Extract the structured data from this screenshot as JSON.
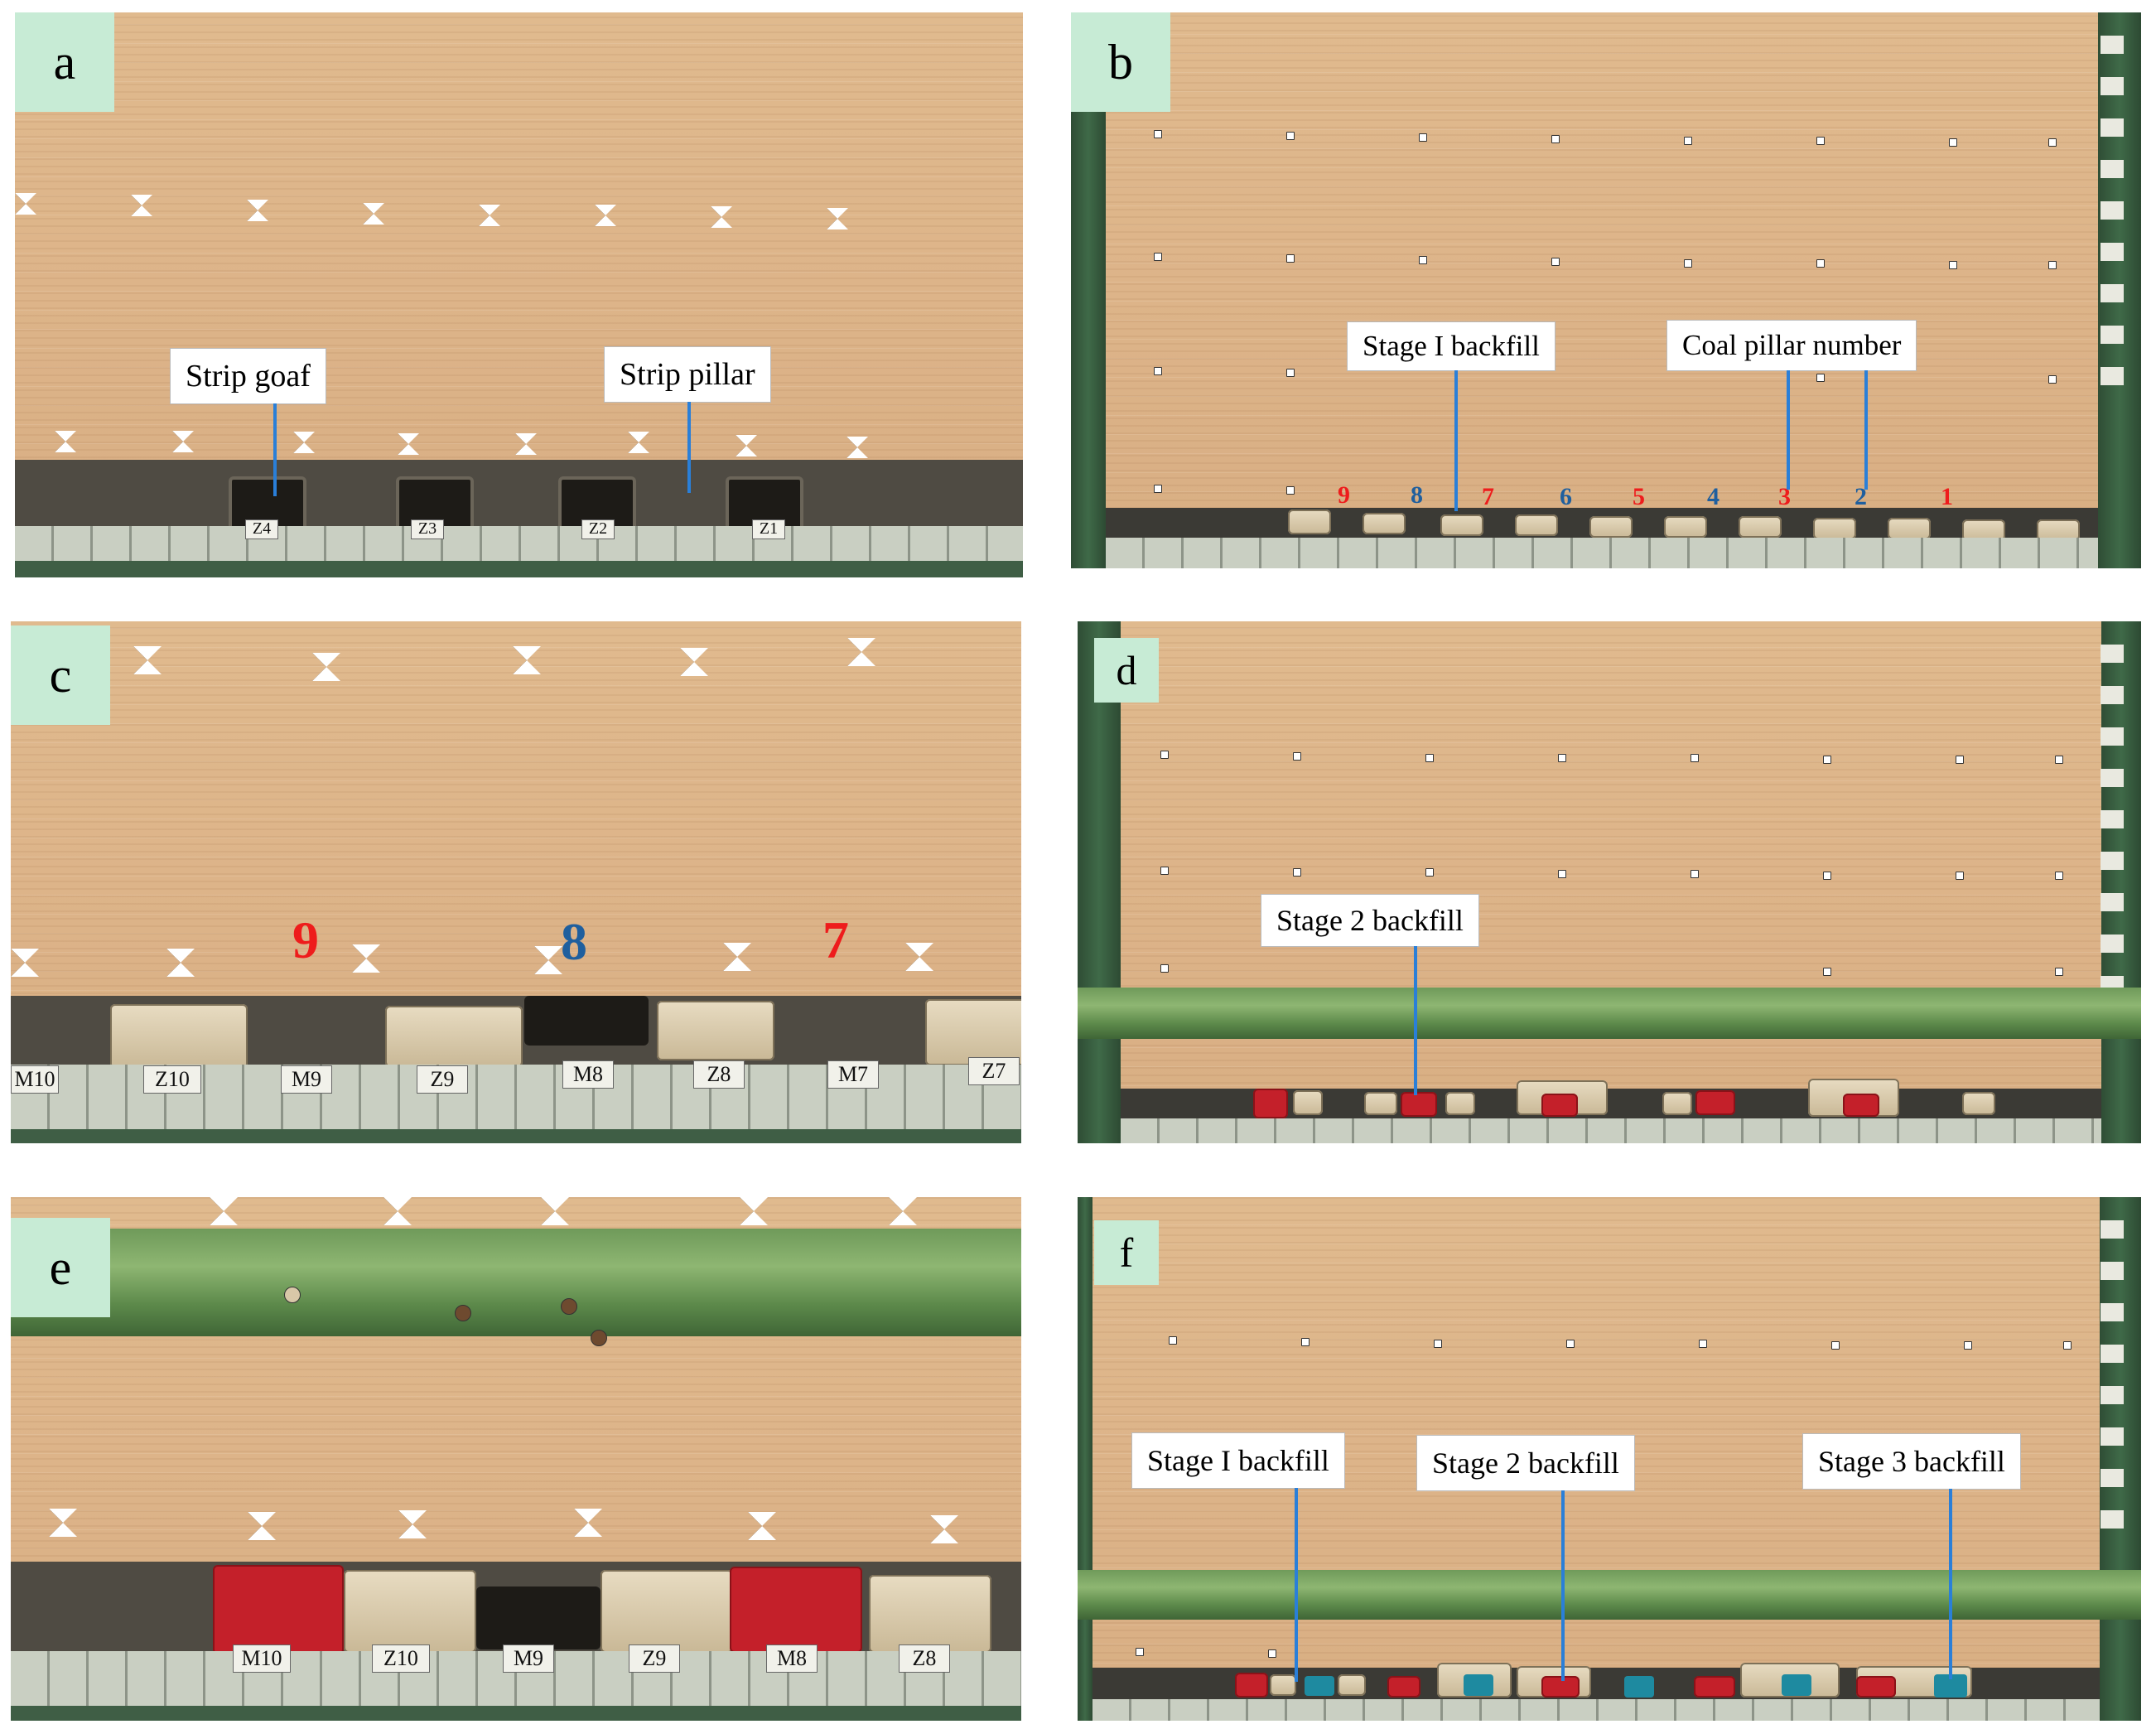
{
  "panels": {
    "a": {
      "letter": "a",
      "callouts": {
        "strip_goaf": "Strip goaf",
        "strip_pillar": "Strip pillar"
      },
      "base_tags": [
        "Z4",
        "Z3",
        "Z2",
        "Z1"
      ]
    },
    "b": {
      "letter": "b",
      "callouts": {
        "stage1": "Stage I backfill",
        "pillar_number": "Coal pillar number"
      },
      "pillar_numbers": [
        {
          "label": "9",
          "color": "#ee1c1c"
        },
        {
          "label": "8",
          "color": "#1f5f9e"
        },
        {
          "label": "7",
          "color": "#ee1c1c"
        },
        {
          "label": "6",
          "color": "#1f5f9e"
        },
        {
          "label": "5",
          "color": "#ee1c1c"
        },
        {
          "label": "4",
          "color": "#1f5f9e"
        },
        {
          "label": "3",
          "color": "#ee1c1c"
        },
        {
          "label": "2",
          "color": "#1f5f9e"
        },
        {
          "label": "1",
          "color": "#ee1c1c"
        }
      ]
    },
    "c": {
      "letter": "c",
      "pillar_numbers": [
        {
          "label": "9",
          "color": "#ee1c1c"
        },
        {
          "label": "8",
          "color": "#1f5f9e"
        },
        {
          "label": "7",
          "color": "#ee1c1c"
        }
      ],
      "base_tags": [
        "M10",
        "Z10",
        "M9",
        "Z9",
        "M8",
        "Z8",
        "M7",
        "Z7"
      ]
    },
    "d": {
      "letter": "d",
      "callouts": {
        "stage2": "Stage  2 backfill"
      }
    },
    "e": {
      "letter": "e",
      "base_tags": [
        "M10",
        "Z10",
        "M9",
        "Z9",
        "M8",
        "Z8"
      ]
    },
    "f": {
      "letter": "f",
      "callouts": {
        "stage1": "Stage I backfill",
        "stage2": "Stage 2 backfill",
        "stage3": "Stage 3 backfill"
      }
    }
  },
  "colors": {
    "label_box": "#c7ebd5",
    "leader_line": "#2a7fd8",
    "red_fill": "#c4202a",
    "blue_fill": "#1e8aa0"
  }
}
